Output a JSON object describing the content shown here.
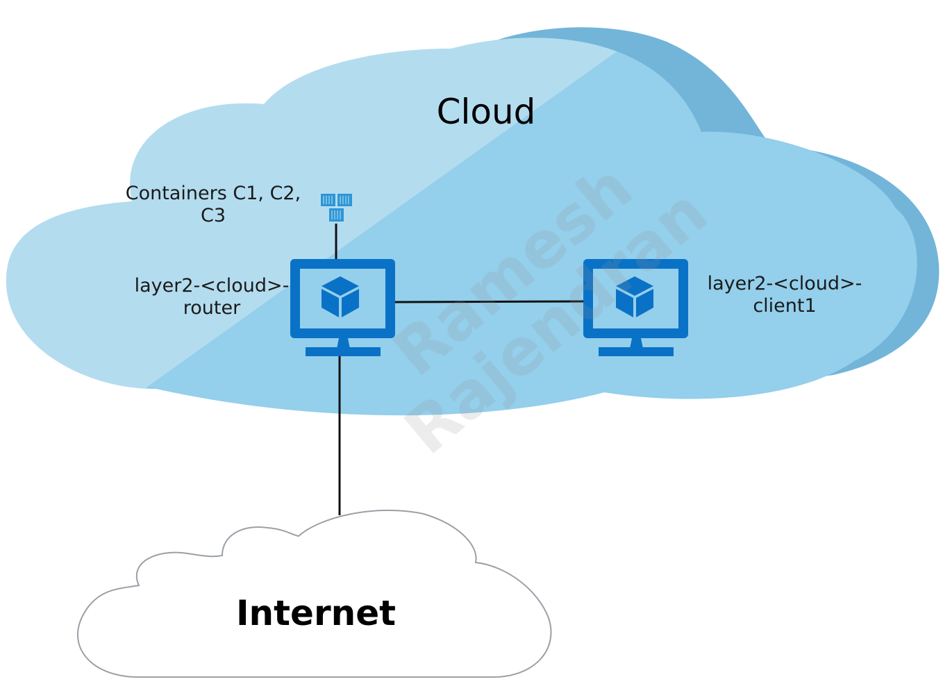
{
  "diagram": {
    "cloud_title": "Cloud",
    "internet_title": "Internet",
    "containers_label_line1": "Containers C1, C2,",
    "containers_label_line2": "C3",
    "router_label_line1": "layer2-<cloud>-",
    "router_label_line2": "router",
    "client_label_line1": "layer2-<cloud>-",
    "client_label_line2": "client1",
    "watermark_line1": "Ramesh",
    "watermark_line2": "Rajendran"
  },
  "colors": {
    "cloud_light": "#b4dcef",
    "cloud_main": "#94cfec",
    "cloud_shadow": "#72b5d9",
    "monitor_blue": "#0a72c6",
    "container_blue": "#2d96d6",
    "internet_stroke": "#9aa0a6"
  },
  "icons": {
    "router": "vm-monitor-icon",
    "client": "vm-monitor-icon",
    "containers": "container-stack-icon"
  }
}
